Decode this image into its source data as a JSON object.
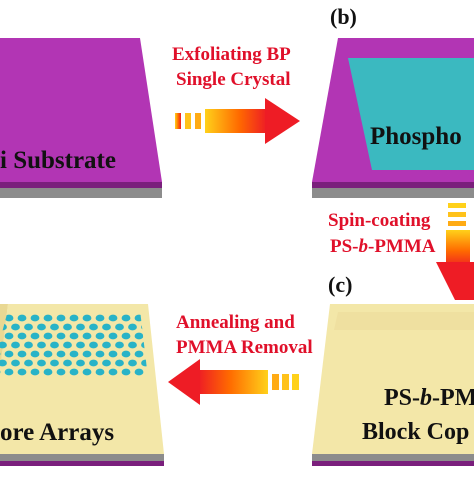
{
  "panels": {
    "b": "(b)",
    "c": "(c)"
  },
  "steps": {
    "exfoliate": {
      "line1": "Exfoliating BP",
      "line2": "Single Crystal"
    },
    "spin": {
      "line1": "Spin-coating",
      "line2_pre": "PS-",
      "line2_italic": "b",
      "line2_post": "-PMMA"
    },
    "anneal": {
      "line1": "Annealing and",
      "line2": "PMMA Removal"
    }
  },
  "labels": {
    "substrate": "i Substrate",
    "phosphorene": "Phospho",
    "pore_arrays": "ore Arrays",
    "ps_pre": "PS-",
    "ps_italic": "b",
    "ps_post": "-PM",
    "block_cop": "Block Cop"
  },
  "colors": {
    "substrate_top": "#b235b4",
    "substrate_side": "#8c8c8c",
    "bp_flake": "#3bb9c0",
    "bcp_film": "#f3e7a8",
    "pore": "#28b3c7",
    "arrow_gradient": [
      "#ffd11a",
      "#ff5a00",
      "#ee1c25"
    ]
  }
}
